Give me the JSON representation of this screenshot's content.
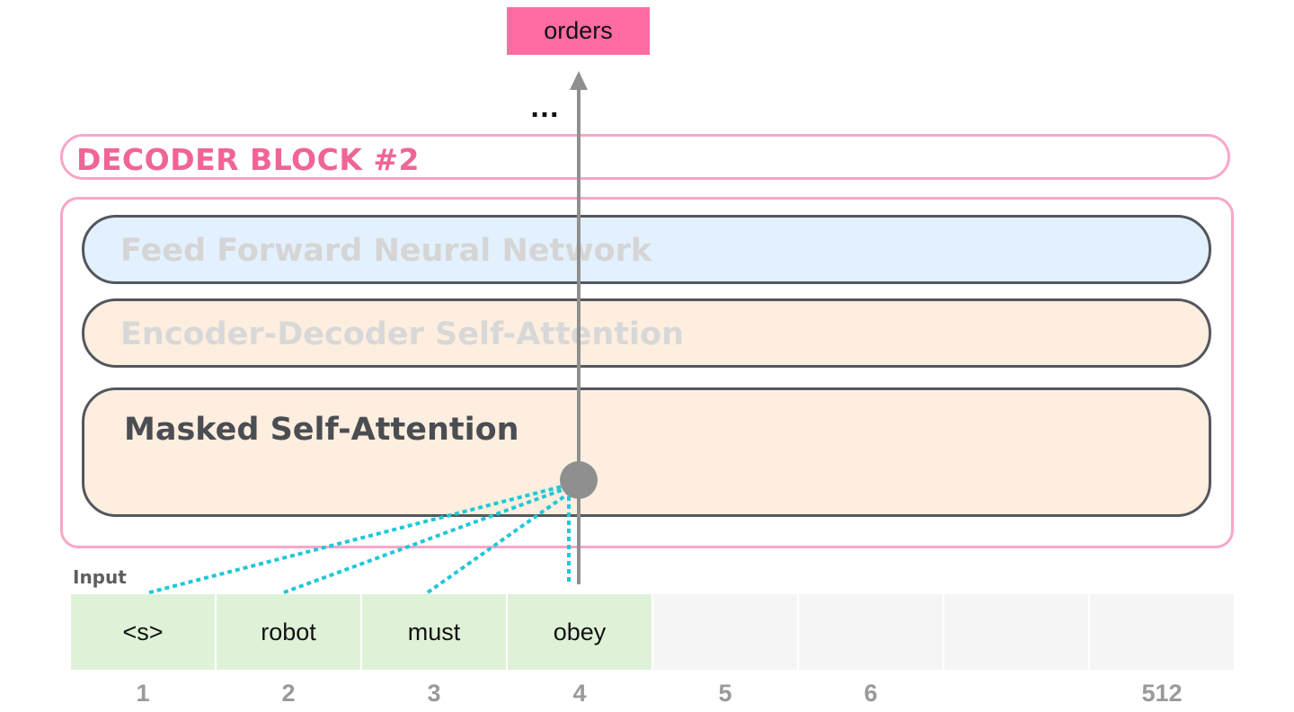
{
  "output_token": "orders",
  "ellipsis": "…",
  "block_title": "DECODER BLOCK #2",
  "layers": {
    "ffnn": "Feed Forward Neural Network",
    "encdec": "Encoder-Decoder Self-Attention",
    "masked": "Masked Self-Attention"
  },
  "input_label": "Input",
  "tokens": [
    "<s>",
    "robot",
    "must",
    "obey",
    "",
    "",
    "",
    ""
  ],
  "positions": [
    "1",
    "2",
    "3",
    "4",
    "5",
    "6",
    "",
    "512"
  ],
  "colors": {
    "output_token": "#ff6ba3",
    "block_border": "#f9a6ca",
    "block_title": "#f06497",
    "ffnn_fill": "#e3f0fd",
    "attention_fill": "#fdeedf",
    "token_filled": "#dff2d8",
    "token_empty": "#f5f5f5",
    "attention_lines": "#1ec8d8",
    "arrow": "#8f8f8f"
  }
}
